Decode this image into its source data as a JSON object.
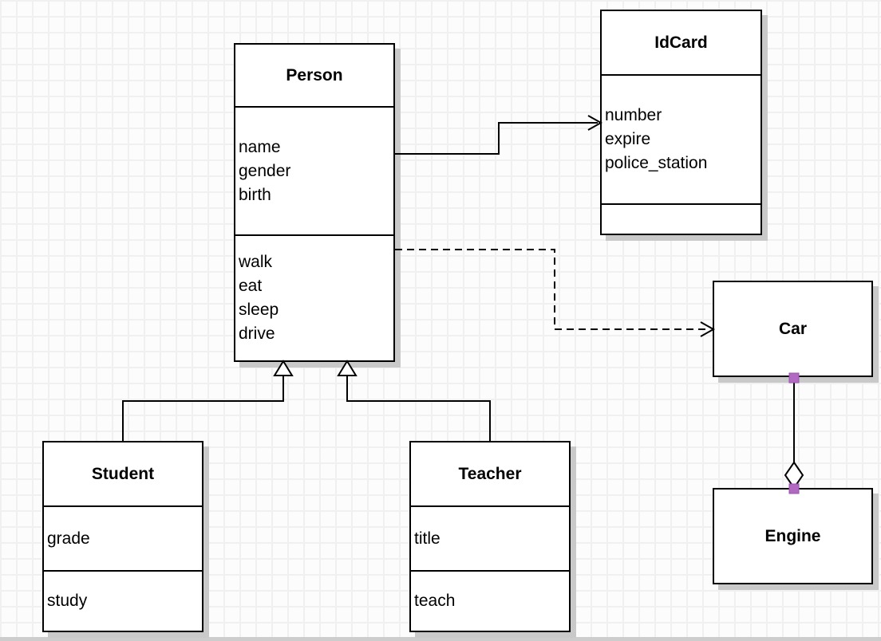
{
  "diagram": {
    "type": "uml-class-diagram",
    "classes": [
      {
        "id": "person",
        "title": "Person",
        "attributes": [
          "name",
          "gender",
          "birth"
        ],
        "methods": [
          "walk",
          "eat",
          "sleep",
          "drive"
        ]
      },
      {
        "id": "idcard",
        "title": "IdCard",
        "attributes": [
          "number",
          "expire",
          "police_station"
        ],
        "methods": []
      },
      {
        "id": "car",
        "title": "Car",
        "attributes": [],
        "methods": []
      },
      {
        "id": "engine",
        "title": "Engine",
        "attributes": [],
        "methods": []
      },
      {
        "id": "student",
        "title": "Student",
        "attributes": [
          "grade"
        ],
        "methods": [
          "study"
        ]
      },
      {
        "id": "teacher",
        "title": "Teacher",
        "attributes": [
          "title"
        ],
        "methods": [
          "teach"
        ]
      }
    ],
    "relationships": [
      {
        "from": "Person",
        "to": "IdCard",
        "type": "association",
        "line": "solid",
        "arrow": "open"
      },
      {
        "from": "Person",
        "to": "Car",
        "type": "dependency",
        "line": "dashed",
        "arrow": "open"
      },
      {
        "from": "Student",
        "to": "Person",
        "type": "inheritance",
        "line": "solid",
        "arrow": "hollow-triangle"
      },
      {
        "from": "Teacher",
        "to": "Person",
        "type": "inheritance",
        "line": "solid",
        "arrow": "hollow-triangle"
      },
      {
        "from": "Car",
        "to": "Engine",
        "type": "aggregation",
        "line": "solid",
        "arrow": "hollow-diamond"
      }
    ],
    "colors": {
      "line": "#000000",
      "box_fill": "#ffffff",
      "shadow": "#c9c9c9",
      "grid_line": "#f0f0f1",
      "background": "#fcfcfc",
      "endpoint_handle": "#b269c2"
    }
  }
}
